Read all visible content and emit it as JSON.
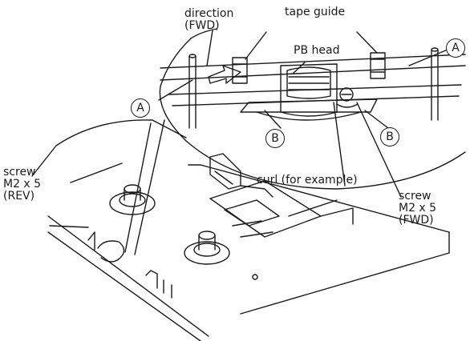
{
  "labels": {
    "direction": "direction\n(FWD)",
    "tape_guide": "tape guide",
    "pb_head": "PB head",
    "screw_rev": "screw\nM2 x 5\n(REV)",
    "curl": "curl (for example)",
    "screw_fwd": "screw\nM2 x 5\n(FWD)"
  },
  "callouts": {
    "a": "A",
    "b": "B"
  }
}
